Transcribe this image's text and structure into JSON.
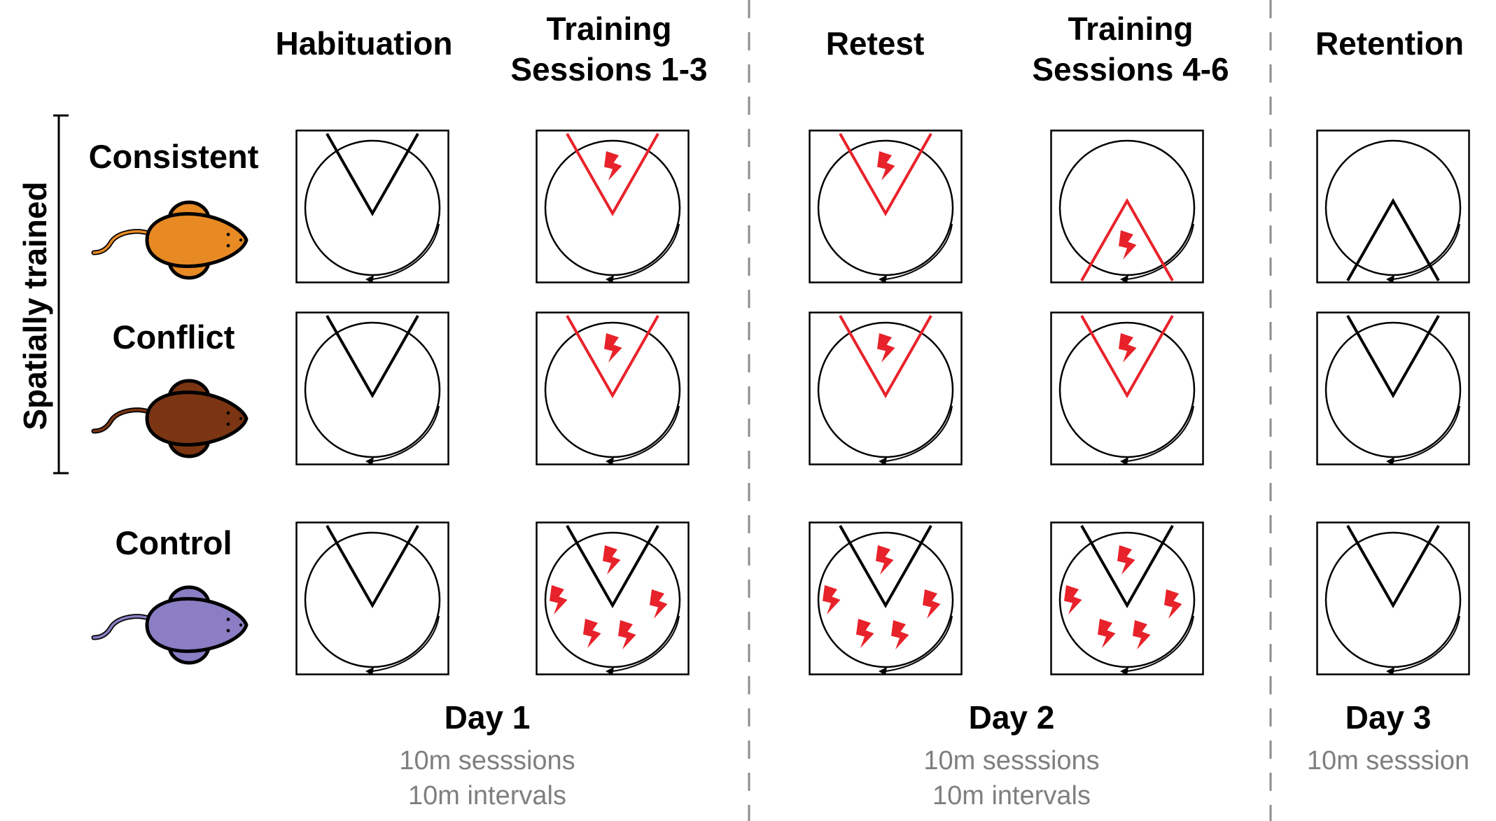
{
  "headers": {
    "habituation": "Habituation",
    "training_1_line1": "Training",
    "training_1_line2": "Sessions 1-3",
    "retest": "Retest",
    "training_2_line1": "Training",
    "training_2_line2": "Sessions 4-6",
    "retention": "Retention"
  },
  "side_label": "Spatially trained",
  "rows": {
    "consistent": {
      "label": "Consistent",
      "mouse_color": "#E88A24"
    },
    "conflict": {
      "label": "Conflict",
      "mouse_color": "#7B3512"
    },
    "control": {
      "label": "Control",
      "mouse_color": "#8B7EC4"
    }
  },
  "days": {
    "day1": {
      "title": "Day 1",
      "line1": "10m sesssions",
      "line2": "10m intervals"
    },
    "day2": {
      "title": "Day 2",
      "line1": "10m sesssions",
      "line2": "10m intervals"
    },
    "day3": {
      "title": "Day 3",
      "line1": "10m sesssion"
    }
  },
  "colors": {
    "shock": "#E8222A",
    "arena_line": "#000000",
    "divider": "#8c8c8c",
    "subtext": "#7f7f7f"
  },
  "icons": {
    "shock": "lightning-bolt-icon",
    "mouse": "mouse-icon",
    "arena": "circular-arena-icon"
  }
}
